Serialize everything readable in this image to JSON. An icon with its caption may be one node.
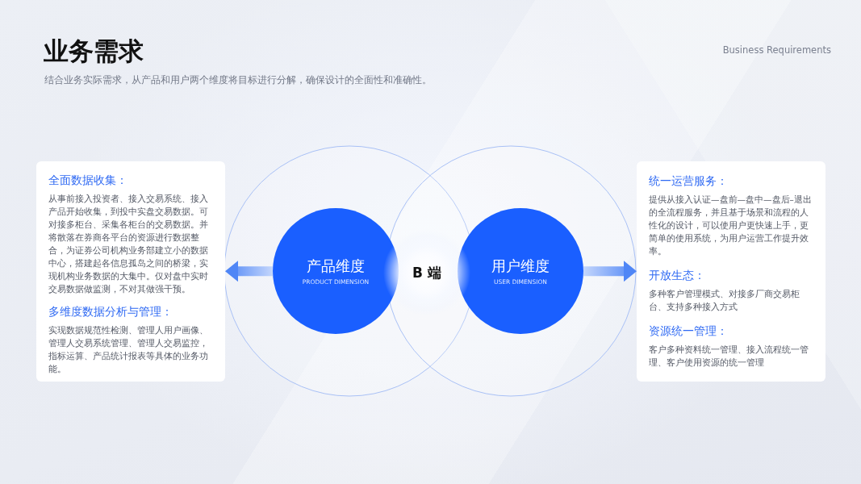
{
  "diagram": {
    "title": "业务需求",
    "nodes": [
      {
        "text": [
          "全面数据收集：",
          "从事前接入投资者、接入交易系统、接入产品开始收集，到投中实盘交易数据。可对接多柜台、采集各柜台的交易数据。并将散落在券商各平台的资源进行数据整合，为证券公司机构业务部建立小的数据中心，搭建起各信息孤岛之间的桥梁，实现机构业务数据的大集中。仅对盘中实时交易数据做监测，不对其做强干预。",
          "多维度数据分析与管理：",
          "实现数据规范性检测、管理人用户画像、管理人交易系统管理、管理人交易监控，指标运算、产品统计报表等具体的业务功能。"
        ]
      },
      {
        "text": [
          "产品维度",
          "PRODUCT DIMENSION"
        ]
      },
      {
        "text": [
          "B 端"
        ]
      },
      {
        "text": [
          "用户维度",
          "USER DIMENSION"
        ]
      },
      {
        "text": [
          "统一运营服务：",
          "提供从接入认证—盘前—盘中—盘后–退出的全流程服务，并且基于场景和流程的人性化的设计，可以使用户更快速上手，更简单的使用系统，为用户运营工作提升效率。",
          "开放生态：",
          "多种客户管理模式、对接多厂商交易柜台、支持多种接入方式",
          "资源统一管理：",
          "客户多种资料统一管理、接入流程统一管理、客户使用资源的统一管理"
        ]
      }
    ],
    "edges": [
      {
        "from": 1,
        "to": 0,
        "arrow": "to"
      },
      {
        "from": 3,
        "to": 4,
        "arrow": "to"
      }
    ],
    "labels": [
      "Business Requirements",
      "结合业务实际需求，从产品和用户两个维度将目标进行分解，确保设计的全面性和准确性。"
    ]
  }
}
